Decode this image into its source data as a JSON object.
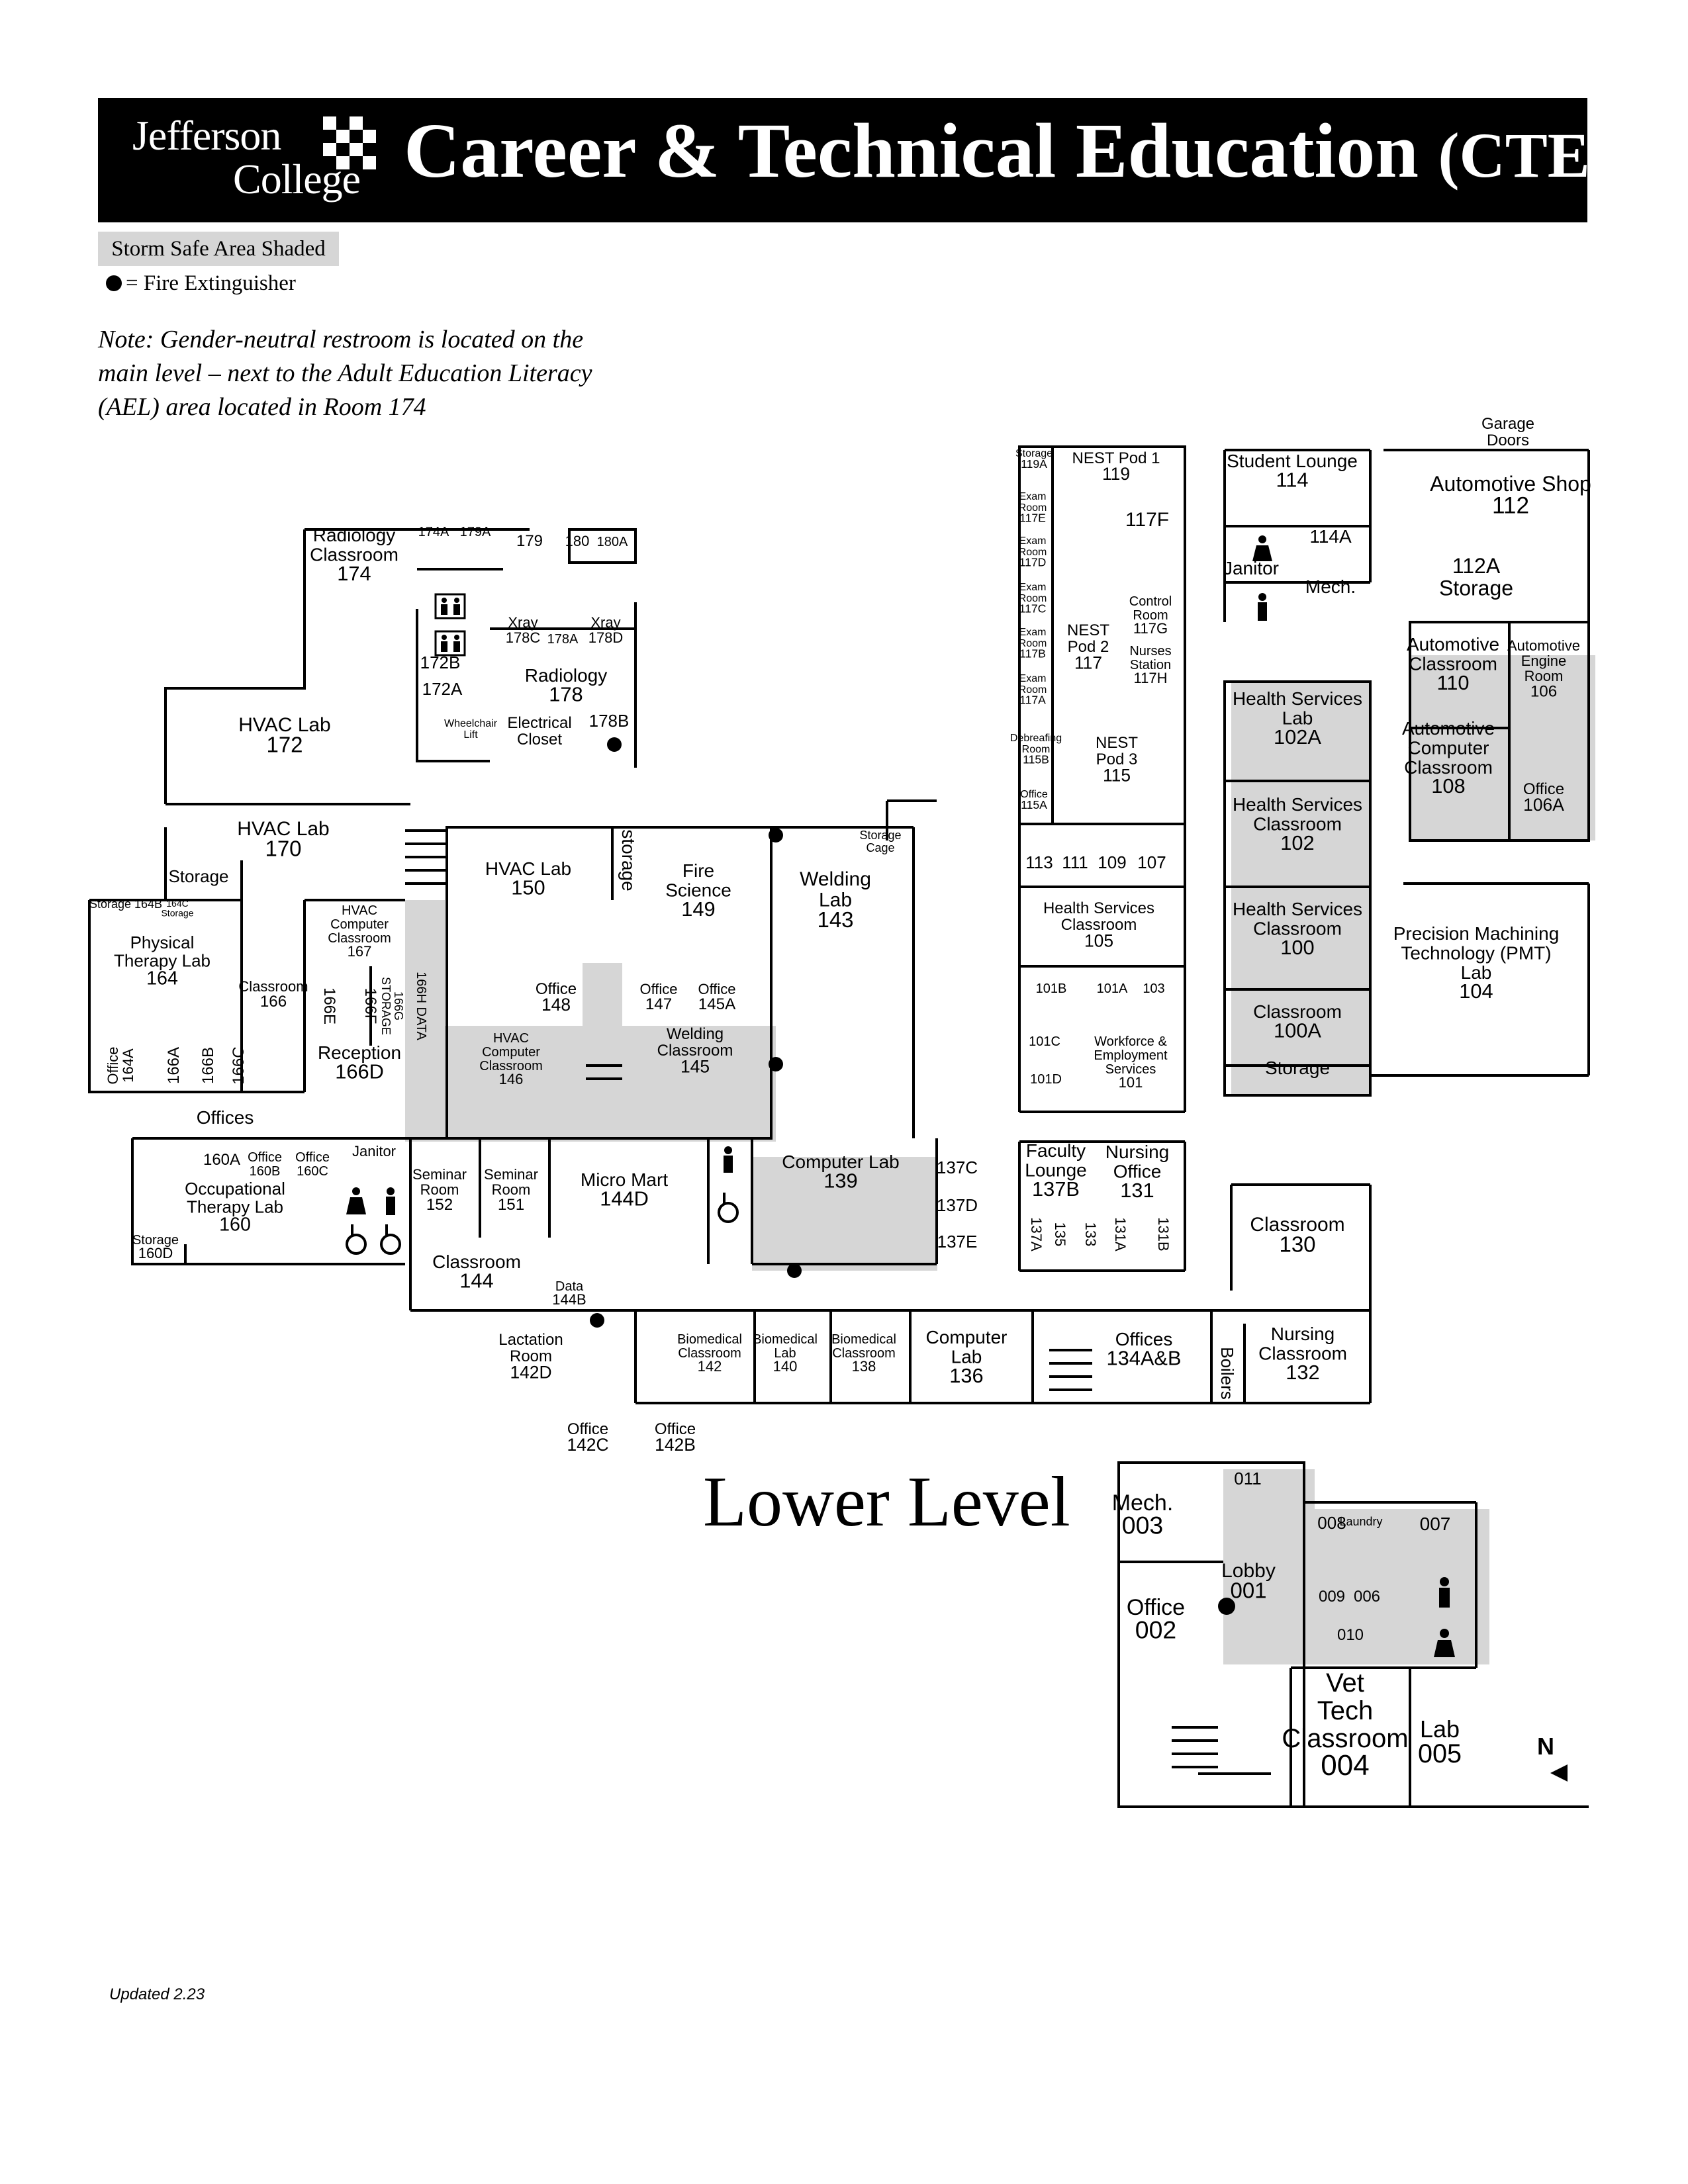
{
  "header": {
    "logo_line1": "Jefferson",
    "logo_line2": "College",
    "title": "Career & Technical Education",
    "title_suffix": "(CTE)"
  },
  "legend": {
    "storm_safe": "Storm Safe Area Shaded",
    "fire_extinguisher": "= Fire Extinguisher"
  },
  "note": "Note: Gender-neutral restroom is located on the main level – next to the Adult Education Literacy (AEL) area located in Room 174",
  "lower_level_title": "Lower Level",
  "updated": "Updated 2.23",
  "compass": "N",
  "colors": {
    "shade": "#d6d6d6",
    "ink": "#000000",
    "banner": "#000000"
  },
  "rooms": [
    {
      "lines": [
        "Radiology",
        "Classroom"
      ],
      "num": "174"
    },
    {
      "lines": [
        "174A"
      ]
    },
    {
      "lines": [
        "179A"
      ]
    },
    {
      "lines": [
        "179"
      ]
    },
    {
      "lines": [
        "180"
      ]
    },
    {
      "lines": [
        "180A"
      ]
    },
    {
      "lines": [
        "Xray",
        "178C"
      ]
    },
    {
      "lines": [
        "178A"
      ]
    },
    {
      "lines": [
        "Xray",
        "178D"
      ]
    },
    {
      "lines": [
        "172B"
      ]
    },
    {
      "lines": [
        "172A"
      ]
    },
    {
      "lines": [
        "Radiology"
      ],
      "num": "178"
    },
    {
      "lines": [
        "Wheelchair",
        "Lift"
      ]
    },
    {
      "lines": [
        "Electrical",
        "Closet"
      ]
    },
    {
      "lines": [
        "178B"
      ]
    },
    {
      "lines": [
        "HVAC Lab"
      ],
      "num": "172"
    },
    {
      "lines": [
        "HVAC Lab"
      ],
      "num": "170"
    },
    {
      "lines": [
        "Storage"
      ]
    },
    {
      "lines": [
        "Storage 164B"
      ]
    },
    {
      "lines": [
        "164C",
        "Storage"
      ]
    },
    {
      "lines": [
        "Physical",
        "Therapy Lab"
      ],
      "num": "164"
    },
    {
      "lines": [
        "Office",
        "164A"
      ]
    },
    {
      "lines": [
        "166A"
      ]
    },
    {
      "lines": [
        "166B"
      ]
    },
    {
      "lines": [
        "166C"
      ]
    },
    {
      "lines": [
        "HVAC",
        "Computer",
        "Classroom"
      ],
      "num": "167"
    },
    {
      "lines": [
        "Classroom"
      ],
      "num": "166"
    },
    {
      "lines": [
        "166E"
      ]
    },
    {
      "lines": [
        "166F"
      ]
    },
    {
      "lines": [
        "166G",
        "STORAGE"
      ]
    },
    {
      "lines": [
        "166H DATA"
      ]
    },
    {
      "lines": [
        "Reception"
      ],
      "num": "166D"
    },
    {
      "lines": [
        "HVAC Lab"
      ],
      "num": "150"
    },
    {
      "lines": [
        "storage"
      ]
    },
    {
      "lines": [
        "Fire",
        "Science"
      ],
      "num": "149"
    },
    {
      "lines": [
        "Welding",
        "Lab"
      ],
      "num": "143"
    },
    {
      "lines": [
        "Storage",
        "Cage"
      ]
    },
    {
      "lines": [
        "Office"
      ],
      "num": "148"
    },
    {
      "lines": [
        "Office"
      ],
      "num": "147"
    },
    {
      "lines": [
        "Office"
      ],
      "num": "145A"
    },
    {
      "lines": [
        "HVAC",
        "Computer",
        "Classroom"
      ],
      "num": "146"
    },
    {
      "lines": [
        "Welding",
        "Classroom"
      ],
      "num": "145"
    },
    {
      "lines": [
        "Offices"
      ]
    },
    {
      "lines": [
        "160A"
      ]
    },
    {
      "lines": [
        "Office",
        "160B"
      ]
    },
    {
      "lines": [
        "Office",
        "160C"
      ]
    },
    {
      "lines": [
        "Janitor"
      ]
    },
    {
      "lines": [
        "Occupational",
        "Therapy Lab"
      ],
      "num": "160"
    },
    {
      "lines": [
        "Storage"
      ],
      "num": "160D"
    },
    {
      "lines": [
        "Seminar",
        "Room"
      ],
      "num": "152"
    },
    {
      "lines": [
        "Seminar",
        "Room"
      ],
      "num": "151"
    },
    {
      "lines": [
        "Micro Mart"
      ],
      "num": "144D"
    },
    {
      "lines": [
        "Computer Lab"
      ],
      "num": "139"
    },
    {
      "lines": [
        "137C"
      ]
    },
    {
      "lines": [
        "137D"
      ]
    },
    {
      "lines": [
        "137E"
      ]
    },
    {
      "lines": [
        "Classroom"
      ],
      "num": "144"
    },
    {
      "lines": [
        "Data"
      ],
      "num": "144B"
    },
    {
      "lines": [
        "Lactation",
        "Room"
      ],
      "num": "142D"
    },
    {
      "lines": [
        "Biomedical",
        "Classroom"
      ],
      "num": "142"
    },
    {
      "lines": [
        "Biomedical",
        "Lab"
      ],
      "num": "140"
    },
    {
      "lines": [
        "Biomedical",
        "Classroom"
      ],
      "num": "138"
    },
    {
      "lines": [
        "Computer",
        "Lab"
      ],
      "num": "136"
    },
    {
      "lines": [
        "Offices"
      ],
      "num": "134A&B"
    },
    {
      "lines": [
        "Boilers"
      ]
    },
    {
      "lines": [
        "Nursing",
        "Classroom"
      ],
      "num": "132"
    },
    {
      "lines": [
        "Office"
      ],
      "num": "142C"
    },
    {
      "lines": [
        "Office"
      ],
      "num": "142B"
    },
    {
      "lines": [
        "Storage"
      ],
      "num": "119A"
    },
    {
      "lines": [
        "NEST Pod 1"
      ],
      "num": "119"
    },
    {
      "lines": [
        "Exam",
        "Room"
      ],
      "num": "117E"
    },
    {
      "lines": [
        "Exam",
        "Room"
      ],
      "num": "117D"
    },
    {
      "lines": [
        "Exam",
        "Room"
      ],
      "num": "117C"
    },
    {
      "lines": [
        "Exam",
        "Room"
      ],
      "num": "117B"
    },
    {
      "lines": [
        "Exam",
        "Room"
      ],
      "num": "117A"
    },
    {
      "lines": [
        "117F"
      ]
    },
    {
      "lines": [
        "Control",
        "Room"
      ],
      "num": "117G"
    },
    {
      "lines": [
        "NEST",
        "Pod 2"
      ],
      "num": "117"
    },
    {
      "lines": [
        "Nurses",
        "Station"
      ],
      "num": "117H"
    },
    {
      "lines": [
        "Debreafing",
        "Room"
      ],
      "num": "115B"
    },
    {
      "lines": [
        "NEST",
        "Pod 3"
      ],
      "num": "115"
    },
    {
      "lines": [
        "Office"
      ],
      "num": "115A"
    },
    {
      "lines": [
        "113"
      ]
    },
    {
      "lines": [
        "111"
      ]
    },
    {
      "lines": [
        "109"
      ]
    },
    {
      "lines": [
        "107"
      ]
    },
    {
      "lines": [
        "Health Services",
        "Classroom"
      ],
      "num": "105"
    },
    {
      "lines": [
        "101B"
      ]
    },
    {
      "lines": [
        "101A"
      ]
    },
    {
      "lines": [
        "103"
      ]
    },
    {
      "lines": [
        "101C"
      ]
    },
    {
      "lines": [
        "101D"
      ]
    },
    {
      "lines": [
        "Workforce &",
        "Employment",
        "Services"
      ],
      "num": "101"
    },
    {
      "lines": [
        "Faculty",
        "Lounge"
      ],
      "num": "137B"
    },
    {
      "lines": [
        "Nursing",
        "Office"
      ],
      "num": "131"
    },
    {
      "lines": [
        "137A"
      ]
    },
    {
      "lines": [
        "135"
      ]
    },
    {
      "lines": [
        "133"
      ]
    },
    {
      "lines": [
        "131A"
      ]
    },
    {
      "lines": [
        "131B"
      ]
    },
    {
      "lines": [
        "Student Lounge"
      ],
      "num": "114"
    },
    {
      "lines": [
        "114A"
      ]
    },
    {
      "lines": [
        "Janitor"
      ]
    },
    {
      "lines": [
        "Mech."
      ]
    },
    {
      "lines": [
        "Health Services",
        "Lab"
      ],
      "num": "102A"
    },
    {
      "lines": [
        "Health Services",
        "Classroom"
      ],
      "num": "102"
    },
    {
      "lines": [
        "Health Services",
        "Classroom"
      ],
      "num": "100"
    },
    {
      "lines": [
        "Classroom"
      ],
      "num": "100A"
    },
    {
      "lines": [
        "Storage"
      ]
    },
    {
      "lines": [
        "Garage",
        "Doors"
      ]
    },
    {
      "lines": [
        "Automotive Shop"
      ],
      "num": "112"
    },
    {
      "lines": [
        "112A",
        "Storage"
      ]
    },
    {
      "lines": [
        "Automotive",
        "Classroom"
      ],
      "num": "110"
    },
    {
      "lines": [
        "Automotive",
        "Engine",
        "Room"
      ],
      "num": "106"
    },
    {
      "lines": [
        "Automotive",
        "Computer",
        "Classroom"
      ],
      "num": "108"
    },
    {
      "lines": [
        "Office"
      ],
      "num": "106A"
    },
    {
      "lines": [
        "Precision Machining",
        "Technology (PMT)",
        "Lab"
      ],
      "num": "104"
    },
    {
      "lines": [
        "Classroom"
      ],
      "num": "130"
    },
    {
      "lines": [
        "011"
      ]
    },
    {
      "lines": [
        "Mech."
      ],
      "num": "003"
    },
    {
      "lines": [
        "008"
      ]
    },
    {
      "lines": [
        "Laundry"
      ]
    },
    {
      "lines": [
        "007"
      ]
    },
    {
      "lines": [
        "Lobby"
      ],
      "num": "001"
    },
    {
      "lines": [
        "009"
      ]
    },
    {
      "lines": [
        "006"
      ]
    },
    {
      "lines": [
        "010"
      ]
    },
    {
      "lines": [
        "Office"
      ],
      "num": "002"
    },
    {
      "lines": [
        "Vet",
        "Tech",
        "Classroom"
      ],
      "num": "004"
    },
    {
      "lines": [
        "Lab"
      ],
      "num": "005"
    }
  ]
}
